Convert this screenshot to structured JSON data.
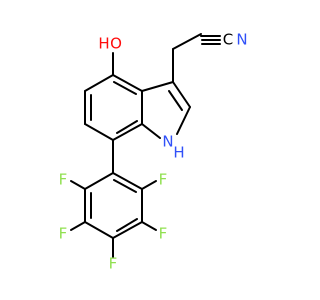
{
  "molecule": {
    "labels": {
      "hydroxyl": "HO",
      "hydroxyl_h": "H",
      "hydroxyl_o": "O",
      "nitrile_c": "C",
      "nitrile_n": "N",
      "indole_nh": "H",
      "indole_n": "N",
      "fluorines": [
        "F",
        "F",
        "F",
        "F",
        "F"
      ]
    },
    "colors": {
      "bond": "#000000",
      "oxygen": "#ff0d0d",
      "nitrogen": "#3050f8",
      "fluorine": "#90e050",
      "carbon": "#000000"
    }
  }
}
